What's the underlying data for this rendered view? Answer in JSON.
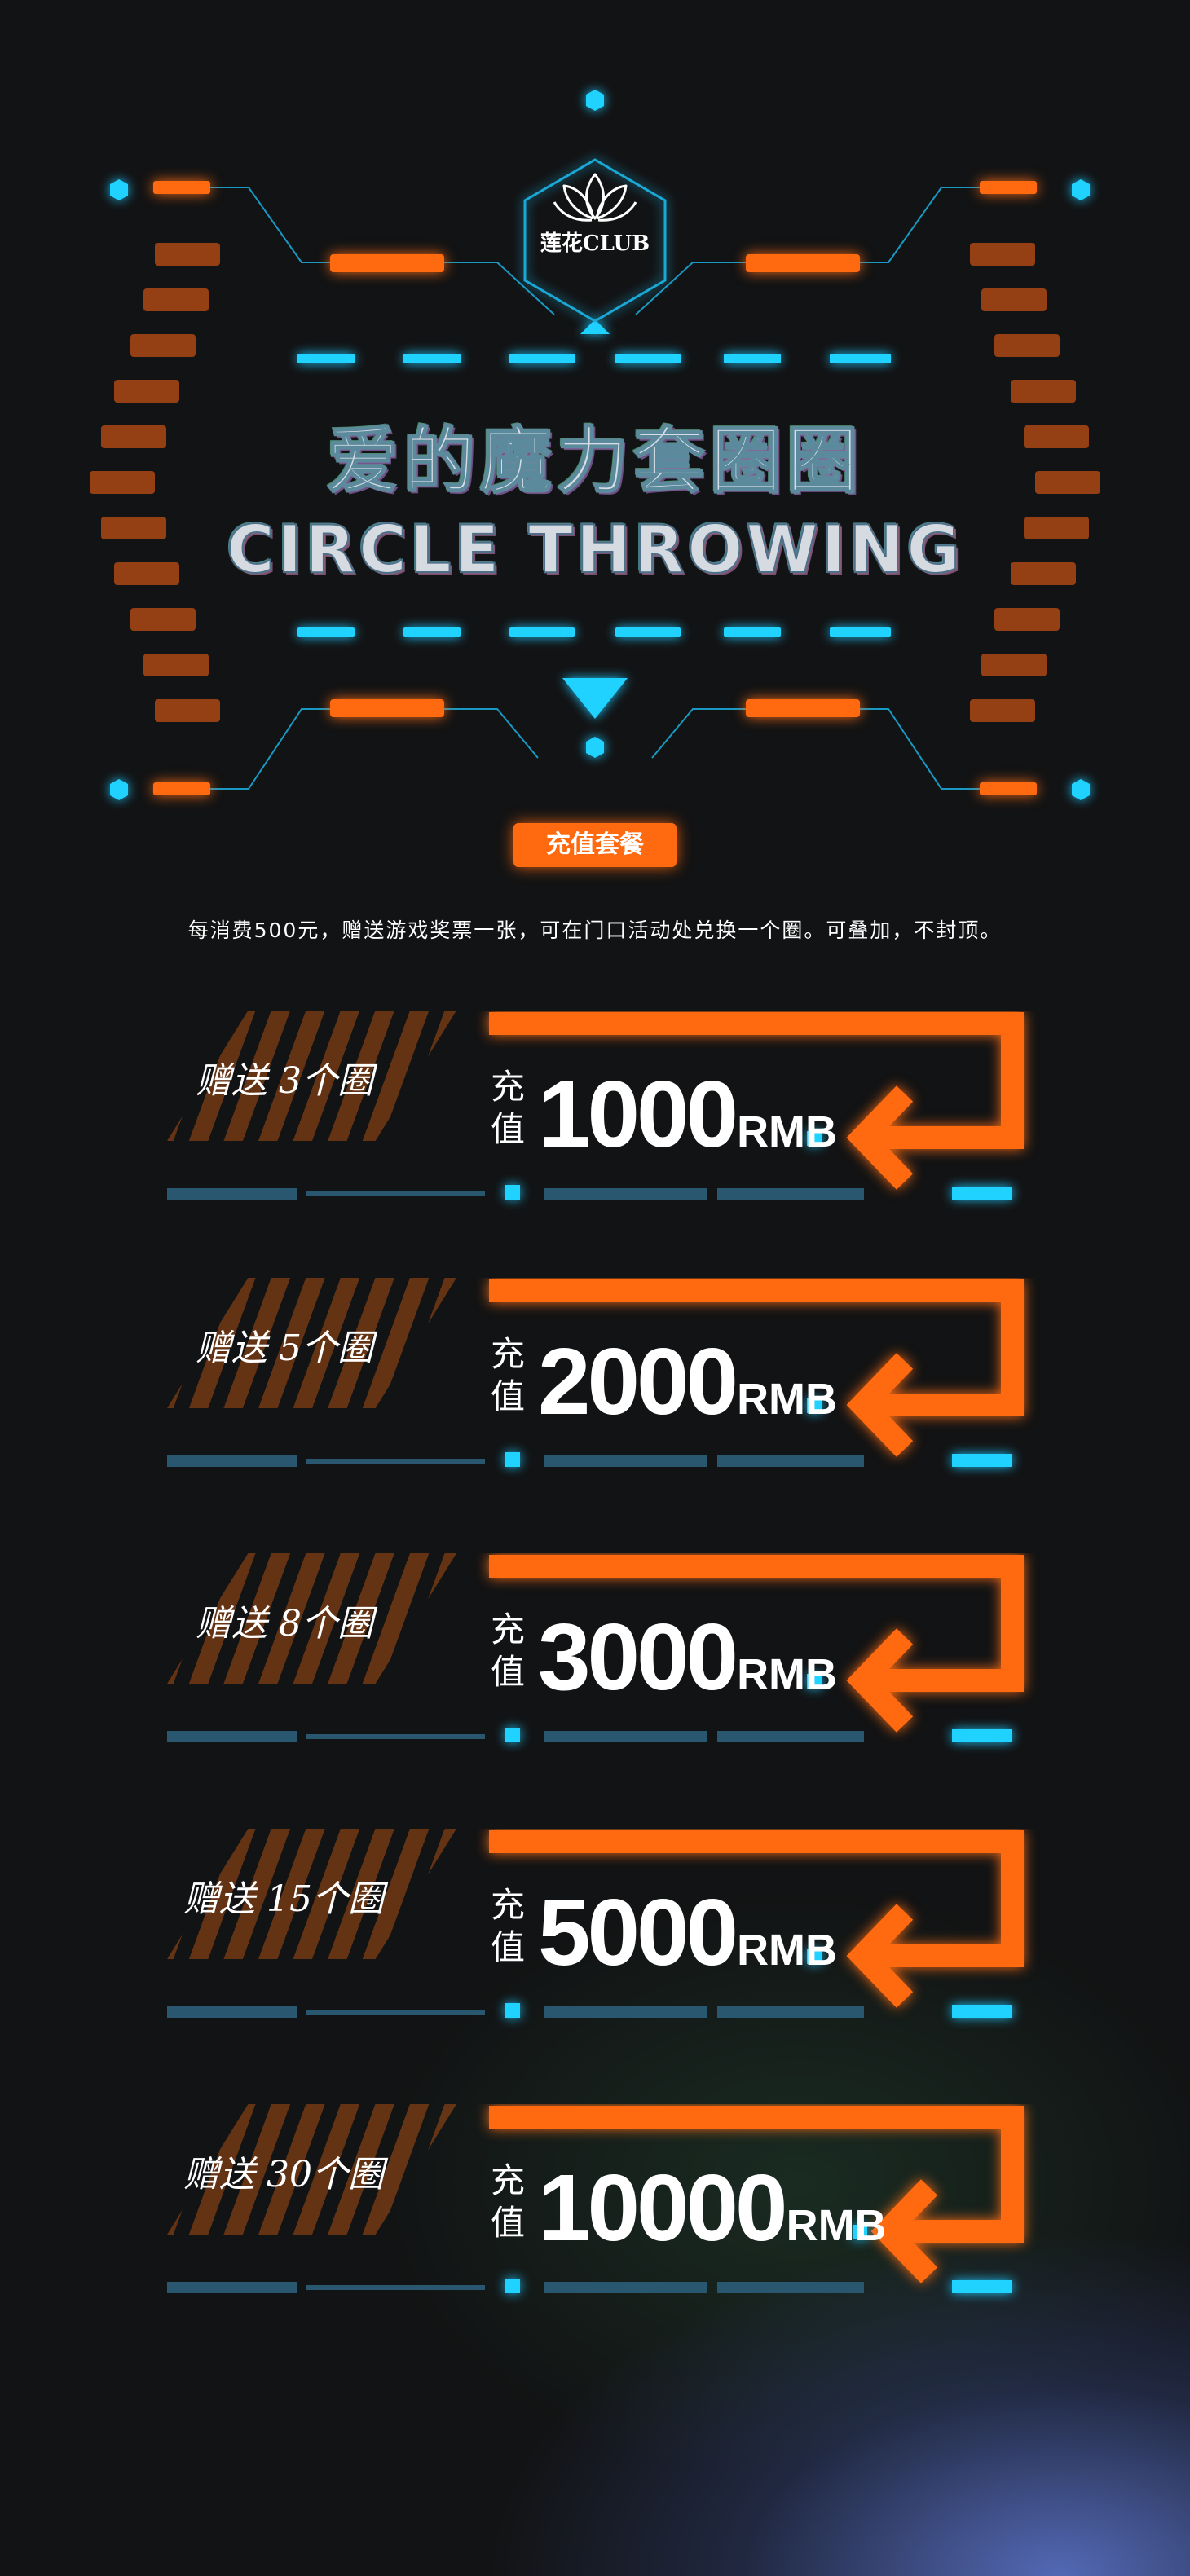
{
  "logo": {
    "text": "莲花CLUB",
    "icon": "lotus-icon"
  },
  "title": {
    "cn": "爱的魔力套圈圈",
    "en": "CIRCLE THROWING"
  },
  "section": {
    "badge": "充值套餐",
    "description": "每消费500元，赠送游戏奖票一张，可在门口活动处兑换一个圈。可叠加，不封顶。"
  },
  "packages": [
    {
      "bonus": "赠送 3个圈",
      "label": "充值",
      "amount": "1000",
      "unit": "RMB"
    },
    {
      "bonus": "赠送 5个圈",
      "label": "充值",
      "amount": "2000",
      "unit": "RMB"
    },
    {
      "bonus": "赠送 8个圈",
      "label": "充值",
      "amount": "3000",
      "unit": "RMB"
    },
    {
      "bonus": "赠送 15个圈",
      "label": "充值",
      "amount": "5000",
      "unit": "RMB"
    },
    {
      "bonus": "赠送 30个圈",
      "label": "充值",
      "amount": "10000",
      "unit": "RMB"
    }
  ],
  "colors": {
    "orange": "#ff6a10",
    "cyan": "#1fd2ff",
    "background": "#121314"
  }
}
